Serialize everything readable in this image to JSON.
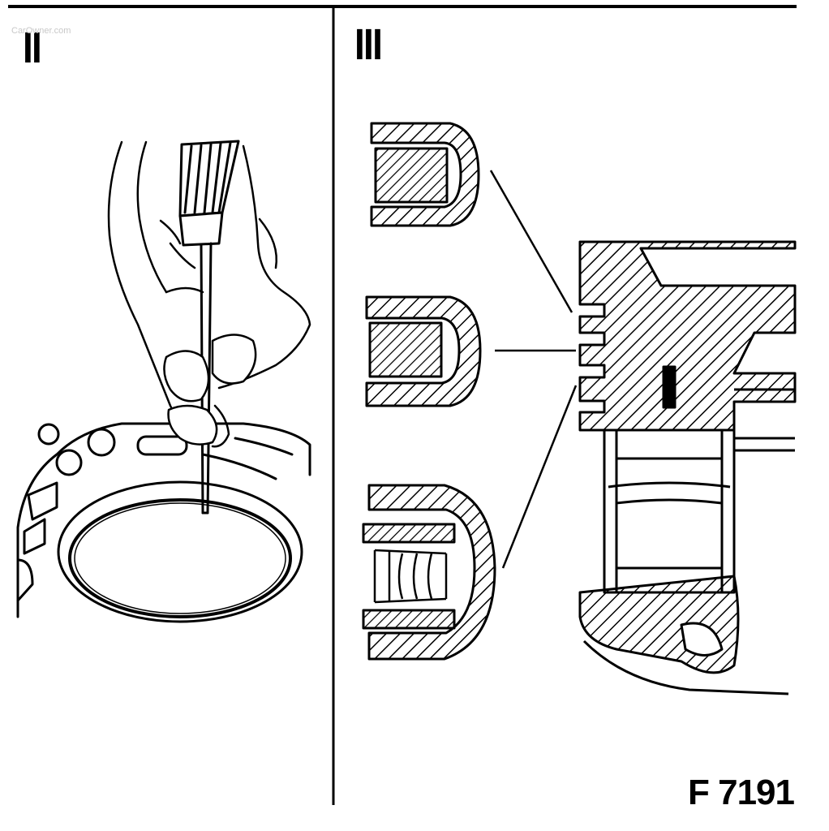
{
  "panels": {
    "left": {
      "label": "II"
    },
    "right": {
      "label": "III"
    }
  },
  "figure_code": "F 7191",
  "watermark": "CarOwner.com",
  "colors": {
    "ink": "#000000",
    "paper": "#ffffff",
    "watermark": "#c8c8c8"
  }
}
